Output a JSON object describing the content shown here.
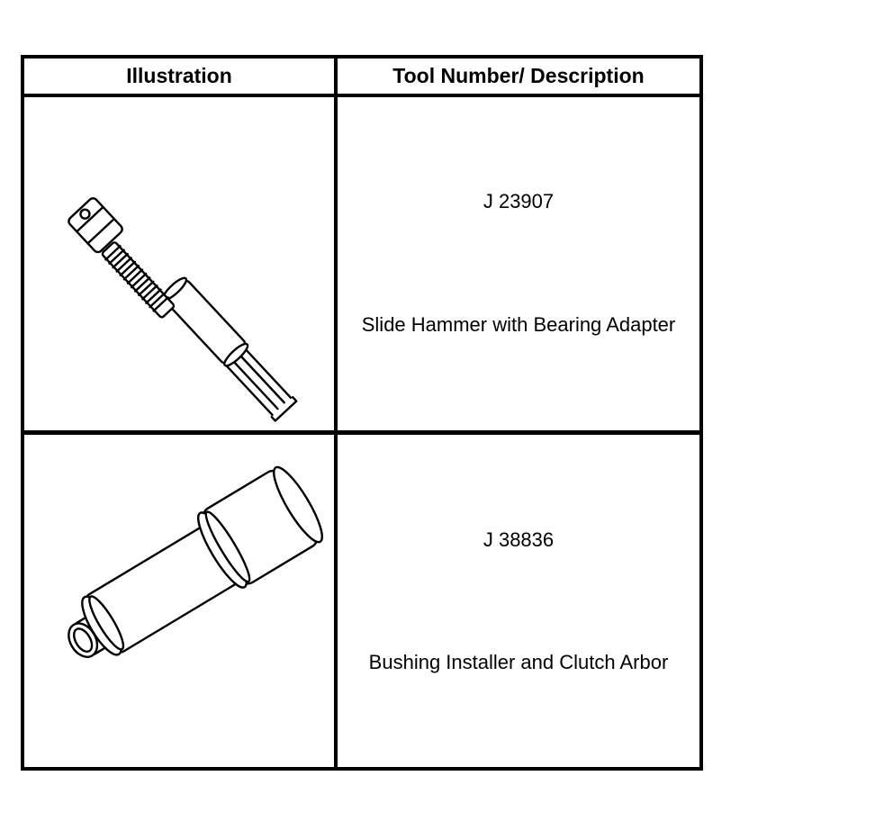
{
  "table": {
    "headers": {
      "illustration": "Illustration",
      "tool": "Tool Number/ Description"
    },
    "rows": [
      {
        "illustration_icon": "slide-hammer-icon",
        "tool_number": "J 23907",
        "description": "Slide Hammer with Bearing Adapter"
      },
      {
        "illustration_icon": "bushing-installer-icon",
        "tool_number": "J 38836",
        "description": "Bushing Installer and Clutch Arbor"
      }
    ]
  }
}
